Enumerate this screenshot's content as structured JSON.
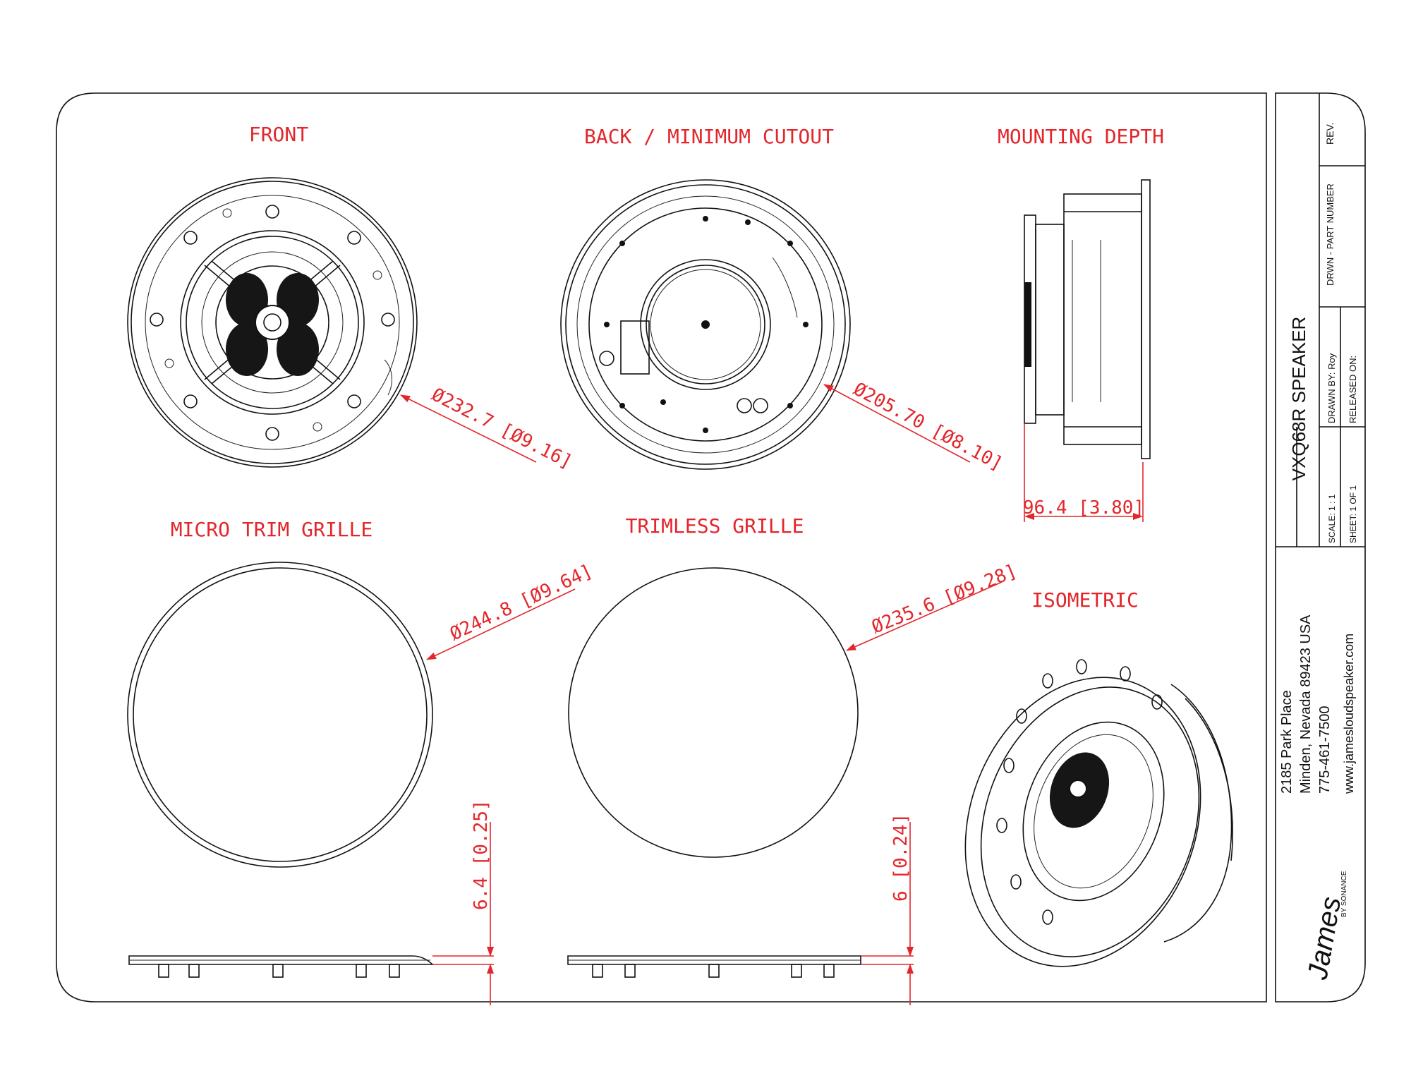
{
  "colors": {
    "line": "#111111",
    "dimension": "#e3262b",
    "background": "#ffffff"
  },
  "views": {
    "front": "FRONT",
    "back": "BACK / MINIMUM CUTOUT",
    "depth": "MOUNTING DEPTH",
    "micro_trim": "MICRO TRIM GRILLE",
    "trimless": "TRIMLESS GRILLE",
    "isometric": "ISOMETRIC"
  },
  "dimensions": {
    "front_dia": "Ø232.7 [Ø9.16]",
    "back_dia": "Ø205.70 [Ø8.10]",
    "depth": "96.4 [3.80]",
    "micro_trim_dia": "Ø244.8 [Ø9.64]",
    "trimless_dia": "Ø235.6 [Ø9.28]",
    "micro_trim_thick": "6.4 [0.25]",
    "trimless_thick": "6 [0.24]"
  },
  "title_block": {
    "rev_label": "REV.",
    "part_number_label": "DRWN - PART NUMBER",
    "product": "VXQ68R SPEAKER",
    "drawn_by": "DRAWN BY: Roy",
    "released_on": "RELEASED ON:",
    "scale": "SCALE: 1 : 1",
    "sheet": "SHEET: 1 OF 1",
    "address_1": "2185 Park Place",
    "address_2": "Minden, Nevada 89423 USA",
    "phone": "775-461-7500",
    "website": "www.jamesloudspeaker.com",
    "logo_script": "James",
    "logo_sub": "BY SONANCE"
  }
}
